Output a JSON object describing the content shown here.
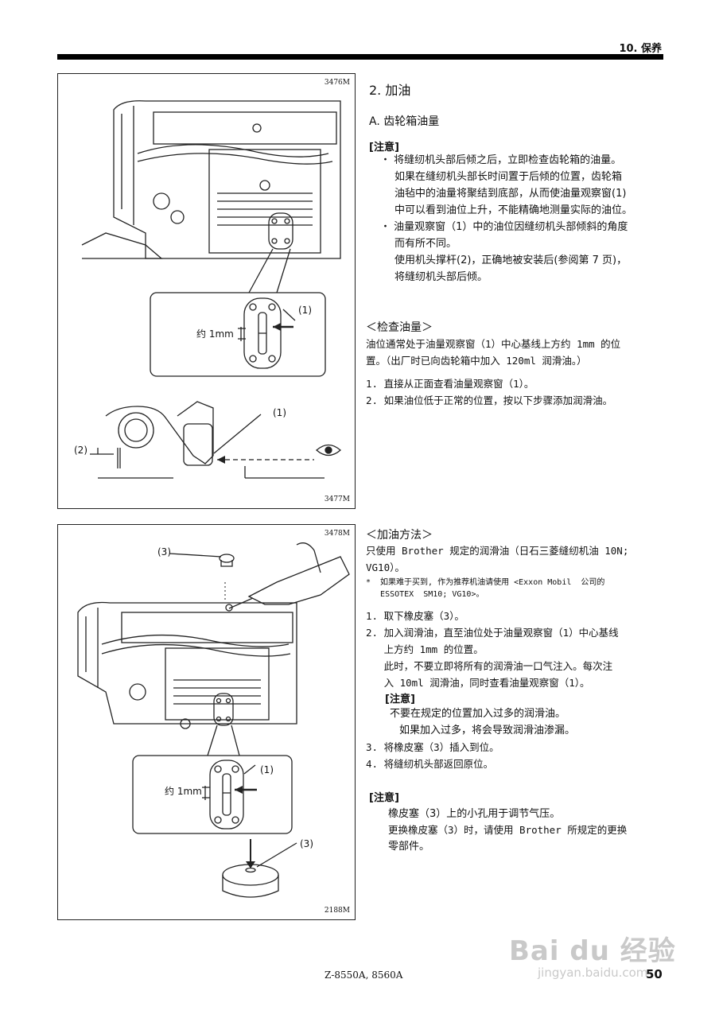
{
  "header": {
    "section": "10. 保养"
  },
  "figures": {
    "top": {
      "code_top": "3476M",
      "code_bottom": "3477M",
      "label_1a": "(1)",
      "label_1b": "(1)",
      "label_2": "(2)",
      "about_1mm": "约 1mm"
    },
    "bottom": {
      "code_top": "3478M",
      "code_bottom": "2188M",
      "label_3a": "(3)",
      "label_3b": "(3)",
      "label_1": "(1)",
      "about_1mm": "约 1mm"
    }
  },
  "main": {
    "heading": "2. 加油",
    "subheading": "A. 齿轮箱油量",
    "note1": {
      "label": "[注意]",
      "lines": [
        "・ 将缝纫机头部后倾之后，立即检查齿轮箱的油量。",
        "如果在缝纫机头部长时间置于后倾的位置，齿轮箱",
        "油毡中的油量将聚结到底部，从而使油量观察窗(1)",
        "中可以看到油位上升，不能精确地测量实际的油位。",
        "・ 油量观察窗（1）中的油位因缝纫机头部倾斜的角度",
        "而有所不同。",
        "使用机头撑杆(2)，正确地被安装后(参阅第 7 页)，",
        "将缝纫机头部后倾。"
      ]
    },
    "check": {
      "title": "＜检查油量＞",
      "lines": [
        "油位通常处于油量观察窗（1）中心基线上方约 1mm 的位",
        "置。（出厂时已向齿轮箱中加入 120ml 润滑油。）"
      ],
      "steps": [
        "1. 直接从正面查看油量观察窗（1）。",
        "2. 如果油位低于正常的位置，按以下步骤添加润滑油。"
      ]
    },
    "method": {
      "title": "＜加油方法＞",
      "lines": [
        "只使用 Brother 规定的润滑油（日石三菱缝纫机油 10N;",
        "VG10）。"
      ],
      "footnote": [
        "*  如果难于买到, 作为推荐机油请使用 <Exxon Mobil  公司的",
        "   ESSOTEX  SM10; VG10>。"
      ],
      "steps": [
        "1. 取下橡皮塞（3）。",
        "2. 加入润滑油，直至油位处于油量观察窗（1）中心基线",
        "   上方约 1mm 的位置。",
        "   此时，不要立即将所有的润滑油一口气注入。每次注",
        "   入 10ml 润滑油，同时查看油量观察窗（1）。"
      ],
      "inner_note": {
        "label": "[注意]",
        "lines": [
          "不要在规定的位置加入过多的润滑油。",
          "如果加入过多，将会导致润滑油渗漏。"
        ]
      },
      "steps2": [
        "3. 将橡皮塞（3）插入到位。",
        "4. 将缝纫机头部返回原位。"
      ]
    },
    "note2": {
      "label": "[注意]",
      "lines": [
        "橡皮塞（3）上的小孔用于调节气压。",
        "更换橡皮塞（3）时，请使用 Brother 所规定的更换",
        "零部件。"
      ]
    }
  },
  "footer": {
    "model": "Z-8550A, 8560A",
    "page": "50"
  },
  "watermark": {
    "logo": "Bai du 经验",
    "url": "jingyan.baidu.com"
  }
}
